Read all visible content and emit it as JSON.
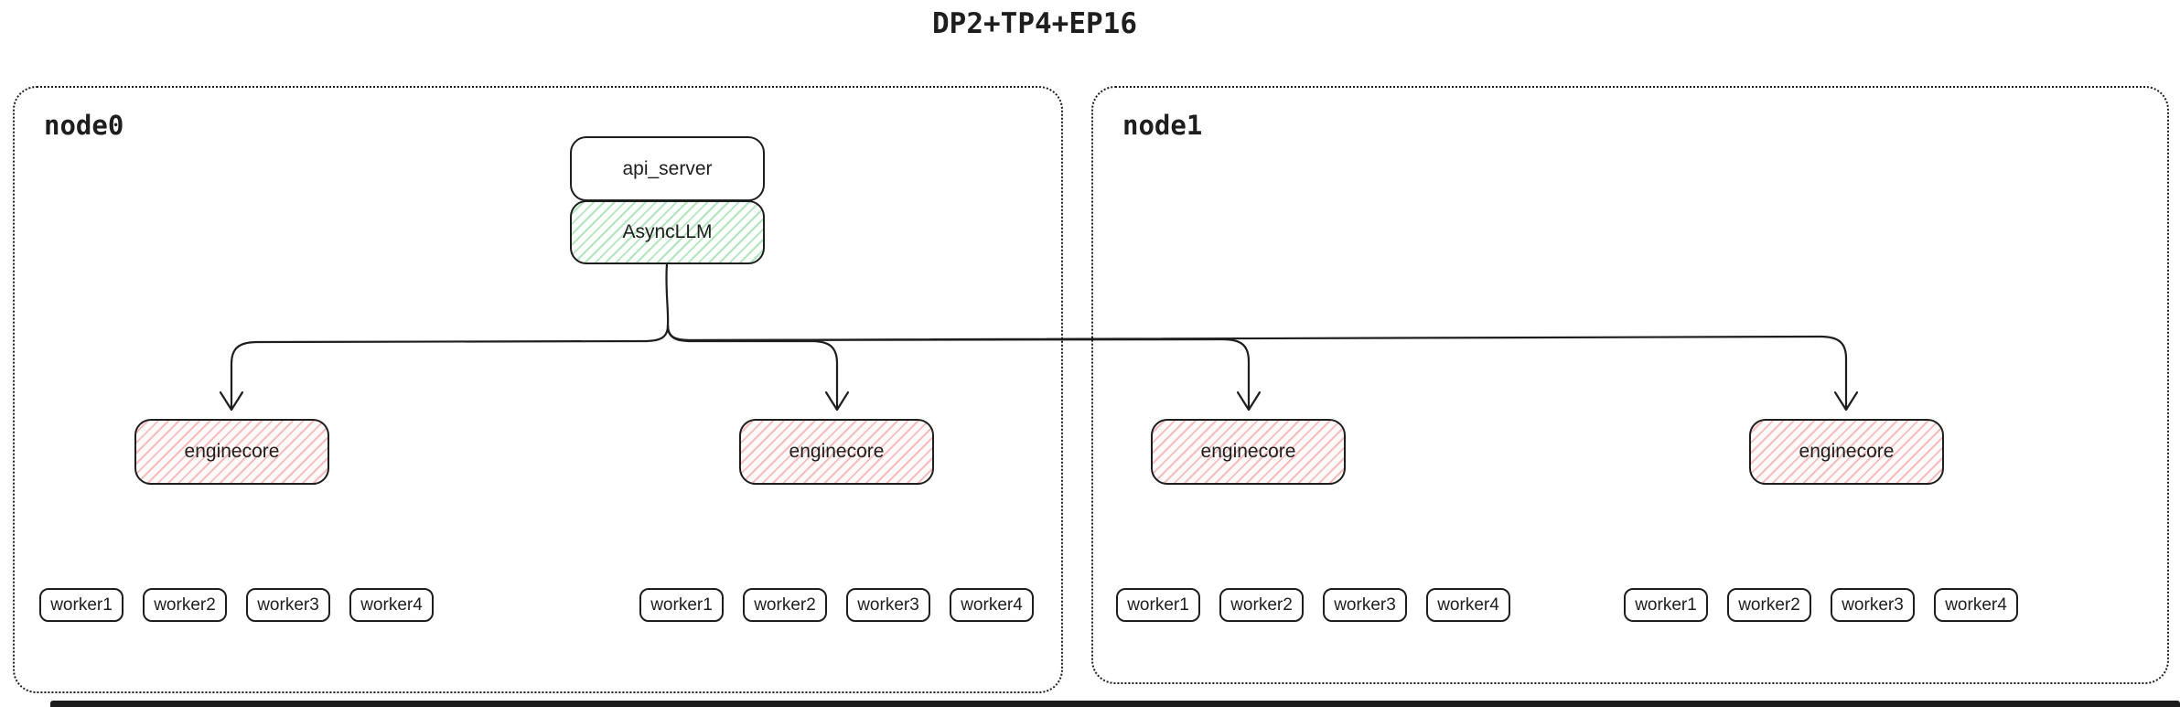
{
  "title": "DP2+TP4+EP16",
  "colors": {
    "stroke": "#1e1e1e",
    "asyncllm_hatch": "#40c057",
    "enginecore_hatch": "#e03131",
    "background": "#ffffff"
  },
  "nodes": [
    {
      "label": "node0",
      "api_server_label": "api_server",
      "asyncllm_label": "AsyncLLM",
      "engine_groups": [
        {
          "enginecore_label": "enginecore",
          "workers": [
            "worker1",
            "worker2",
            "worker3",
            "worker4"
          ]
        },
        {
          "enginecore_label": "enginecore",
          "workers": [
            "worker1",
            "worker2",
            "worker3",
            "worker4"
          ]
        }
      ]
    },
    {
      "label": "node1",
      "engine_groups": [
        {
          "enginecore_label": "enginecore",
          "workers": [
            "worker1",
            "worker2",
            "worker3",
            "worker4"
          ]
        },
        {
          "enginecore_label": "enginecore",
          "workers": [
            "worker1",
            "worker2",
            "worker3",
            "worker4"
          ]
        }
      ]
    }
  ]
}
